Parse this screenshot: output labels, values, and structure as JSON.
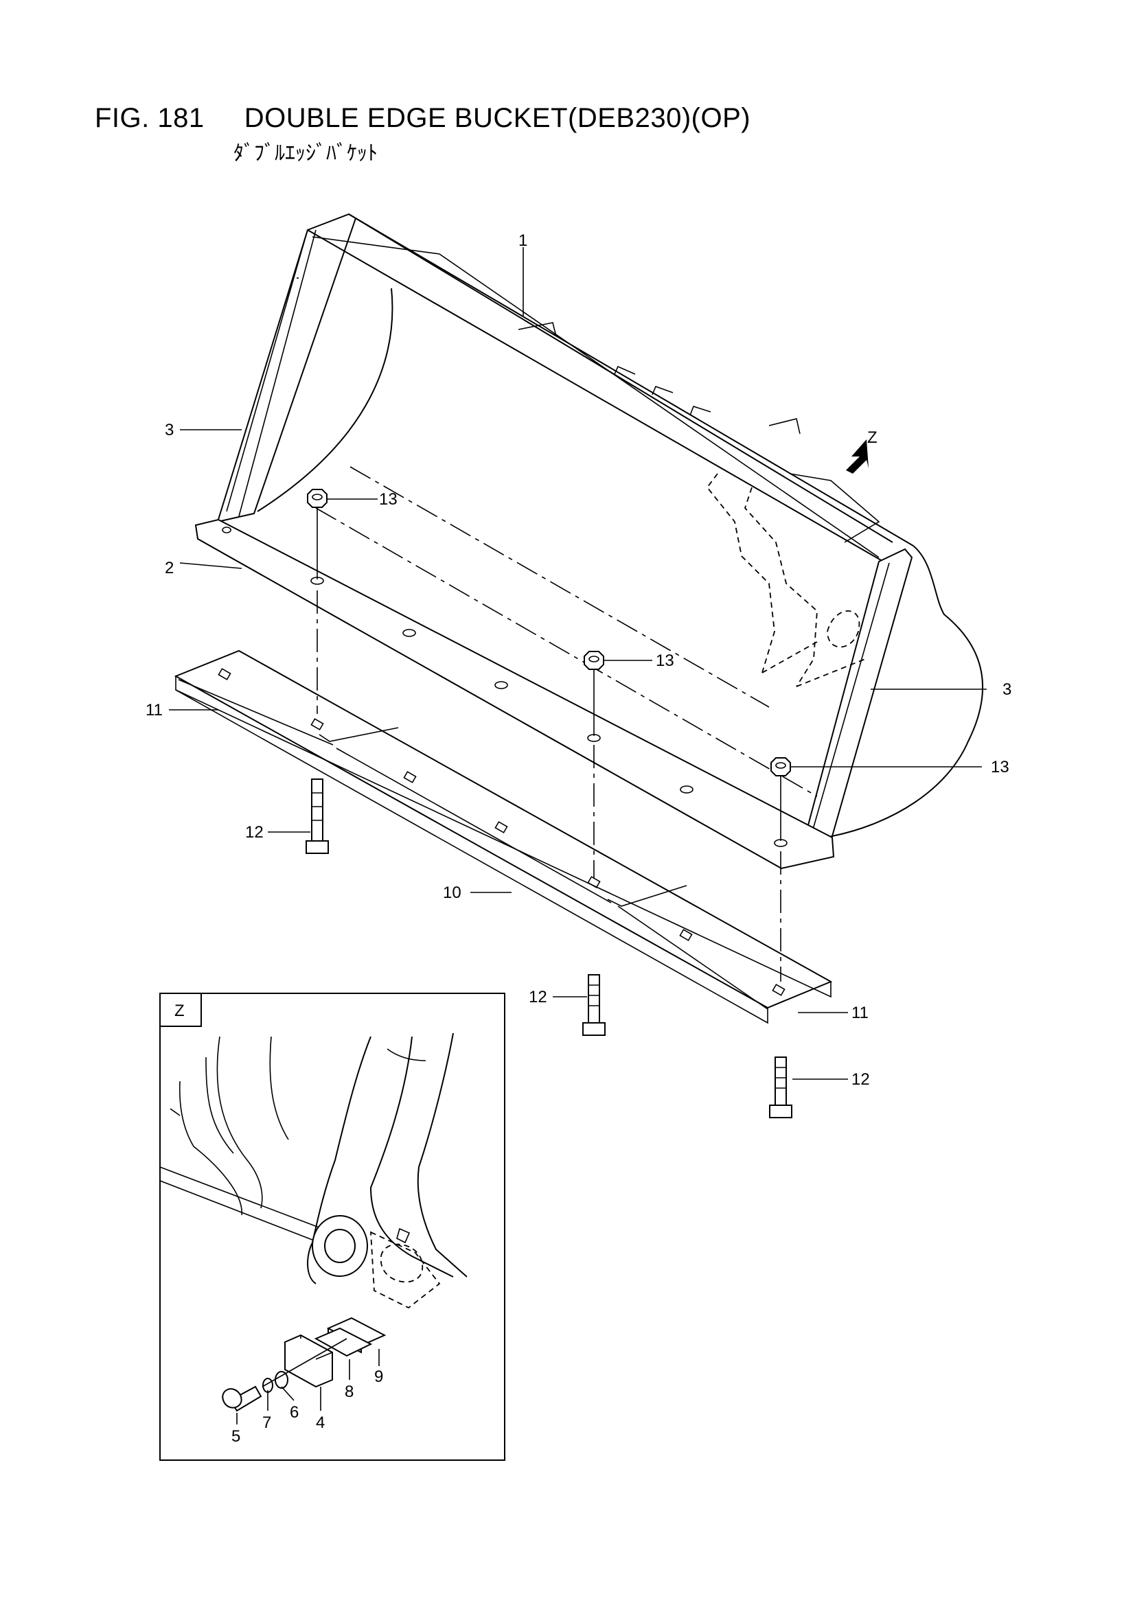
{
  "figure": {
    "number": "FIG. 181",
    "title": "DOUBLE EDGE BUCKET(DEB230)(OP)",
    "subtitle": "ﾀﾞﾌﾞﾙｴｯｼﾞﾊﾞｹｯﾄ"
  },
  "view_arrow_label": "Z",
  "inset_label": "Z",
  "callouts": [
    "1",
    "2",
    "3",
    "3",
    "13",
    "13",
    "13",
    "11",
    "11",
    "12",
    "12",
    "12",
    "10",
    "4",
    "5",
    "6",
    "7",
    "8",
    "9"
  ]
}
